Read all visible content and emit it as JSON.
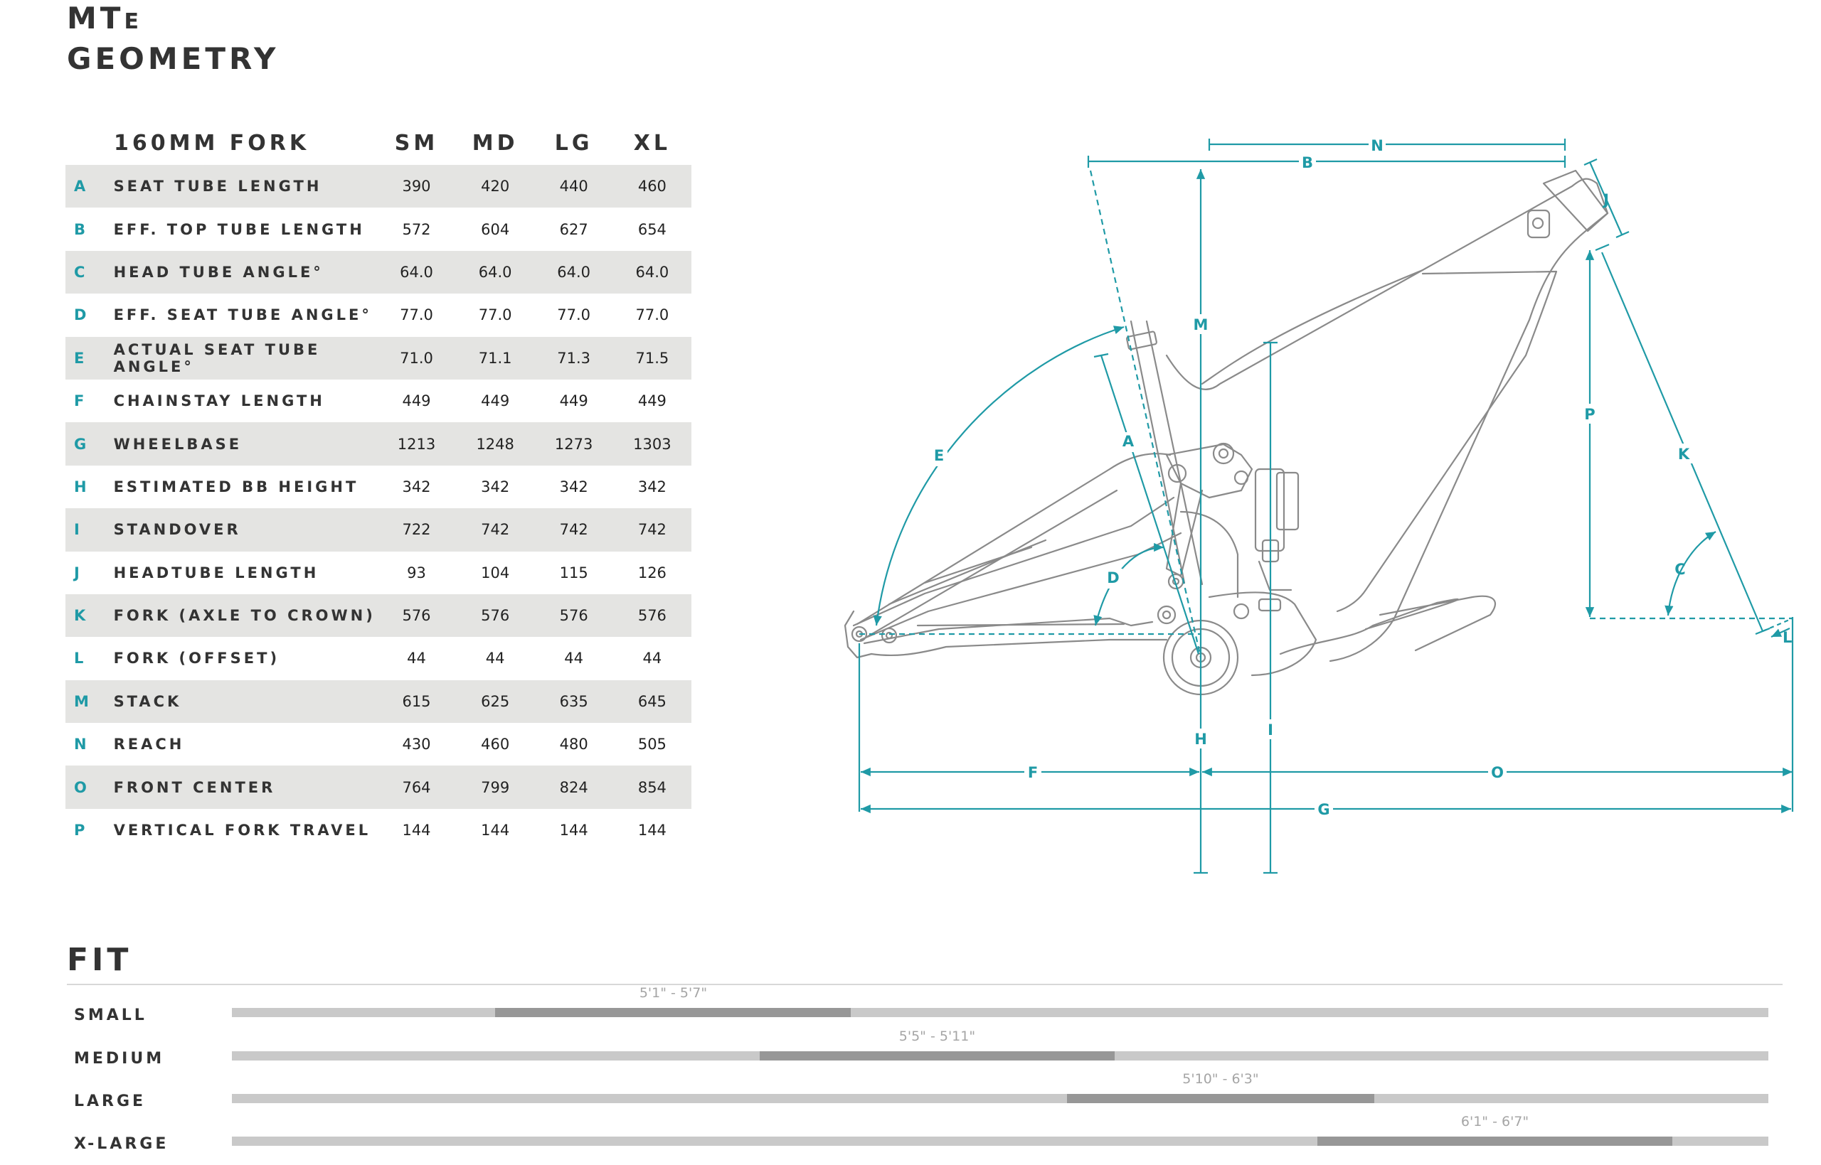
{
  "title": {
    "line1_main": "MT",
    "line1_small": "E",
    "line2": "GEOMETRY"
  },
  "table": {
    "header": "160MM FORK",
    "sizes": [
      "SM",
      "MD",
      "LG",
      "XL"
    ],
    "rows": [
      {
        "letter": "A",
        "label": "SEAT TUBE LENGTH",
        "values": [
          "390",
          "420",
          "440",
          "460"
        ]
      },
      {
        "letter": "B",
        "label": "EFF. TOP TUBE LENGTH",
        "values": [
          "572",
          "604",
          "627",
          "654"
        ]
      },
      {
        "letter": "C",
        "label": "HEAD TUBE ANGLE°",
        "values": [
          "64.0",
          "64.0",
          "64.0",
          "64.0"
        ]
      },
      {
        "letter": "D",
        "label": "EFF. SEAT TUBE ANGLE°",
        "values": [
          "77.0",
          "77.0",
          "77.0",
          "77.0"
        ]
      },
      {
        "letter": "E",
        "label": "ACTUAL SEAT TUBE ANGLE°",
        "values": [
          "71.0",
          "71.1",
          "71.3",
          "71.5"
        ]
      },
      {
        "letter": "F",
        "label": "CHAINSTAY LENGTH",
        "values": [
          "449",
          "449",
          "449",
          "449"
        ]
      },
      {
        "letter": "G",
        "label": "WHEELBASE",
        "values": [
          "1213",
          "1248",
          "1273",
          "1303"
        ]
      },
      {
        "letter": "H",
        "label": "ESTIMATED BB HEIGHT",
        "values": [
          "342",
          "342",
          "342",
          "342"
        ]
      },
      {
        "letter": "I",
        "label": "STANDOVER",
        "values": [
          "722",
          "742",
          "742",
          "742"
        ]
      },
      {
        "letter": "J",
        "label": "HEADTUBE LENGTH",
        "values": [
          "93",
          "104",
          "115",
          "126"
        ]
      },
      {
        "letter": "K",
        "label": "FORK (AXLE TO CROWN)",
        "values": [
          "576",
          "576",
          "576",
          "576"
        ]
      },
      {
        "letter": "L",
        "label": "FORK (OFFSET)",
        "values": [
          "44",
          "44",
          "44",
          "44"
        ]
      },
      {
        "letter": "M",
        "label": "STACK",
        "values": [
          "615",
          "625",
          "635",
          "645"
        ]
      },
      {
        "letter": "N",
        "label": "REACH",
        "values": [
          "430",
          "460",
          "480",
          "505"
        ]
      },
      {
        "letter": "O",
        "label": "FRONT CENTER",
        "values": [
          "764",
          "799",
          "824",
          "854"
        ]
      },
      {
        "letter": "P",
        "label": "VERTICAL FORK TRAVEL",
        "values": [
          "144",
          "144",
          "144",
          "144"
        ]
      }
    ]
  },
  "diagram": {
    "labels": {
      "A": "A",
      "B": "B",
      "C": "C",
      "D": "D",
      "E": "E",
      "F": "F",
      "G": "G",
      "H": "H",
      "I": "I",
      "J": "J",
      "K": "K",
      "L": "L",
      "M": "M",
      "N": "N",
      "O": "O",
      "P": "P"
    }
  },
  "fit": {
    "title": "FIT",
    "rows": [
      {
        "label": "SMALL",
        "range": "5'1\" - 5'7\"",
        "start": 0.1715,
        "end": 0.403
      },
      {
        "label": "MEDIUM",
        "range": "5'5\" - 5'11\"",
        "start": 0.3435,
        "end": 0.5745
      },
      {
        "label": "LARGE",
        "range": "5'10\" - 6'3\"",
        "start": 0.5435,
        "end": 0.7435
      },
      {
        "label": "X-LARGE",
        "range": "6'1\" - 6'7\"",
        "start": 0.7065,
        "end": 0.9375
      }
    ]
  },
  "colors": {
    "accent": "#1f9aa6",
    "row_shade": "#e4e4e2",
    "bar_track": "#c9c9c9",
    "bar_fill": "#979797"
  }
}
